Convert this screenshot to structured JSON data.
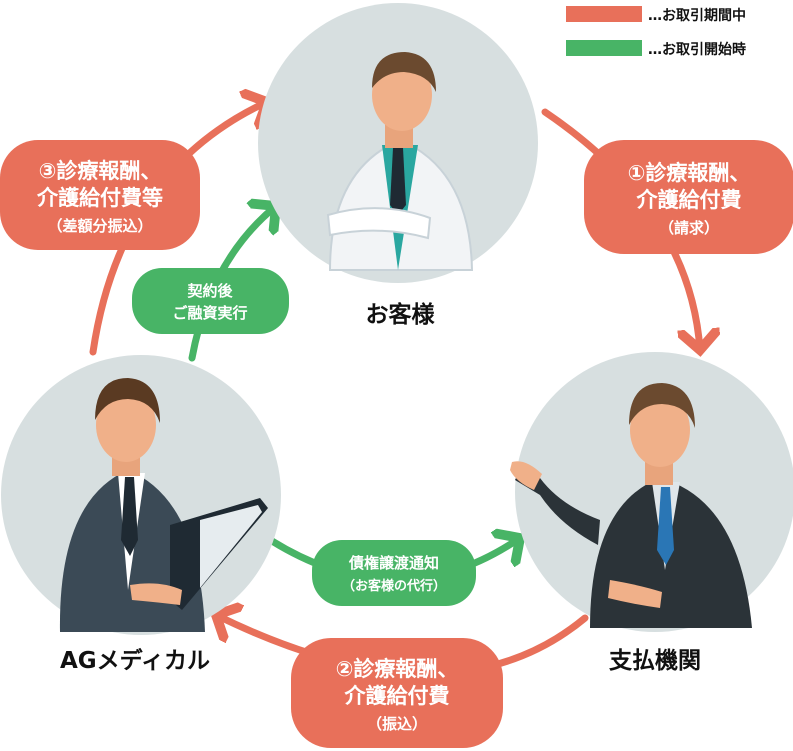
{
  "colors": {
    "red": "#e8705a",
    "green": "#48b466",
    "circle": "#d7dfe0"
  },
  "legend": [
    {
      "color": "#e8705a",
      "label": "…お取引期間中"
    },
    {
      "color": "#48b466",
      "label": "…お取引開始時"
    }
  ],
  "nodes": {
    "customer": "お客様",
    "payer": "支払機関",
    "ag": "AGメディカル"
  },
  "red_labels": {
    "r1": {
      "line1": "①診療報酬、",
      "line2": "介護給付費",
      "line3": "（請求）"
    },
    "r2": {
      "line1": "②診療報酬、",
      "line2": "介護給付費",
      "line3": "（振込）"
    },
    "r3": {
      "line1": "③診療報酬、",
      "line2": "介護給付費等",
      "line3": "（差額分振込）"
    }
  },
  "green_labels": {
    "g1": {
      "line1": "契約後",
      "line2": "ご融資実行"
    },
    "g2": {
      "line1": "債権譲渡通知",
      "line2": "（お客様の代行）"
    }
  }
}
